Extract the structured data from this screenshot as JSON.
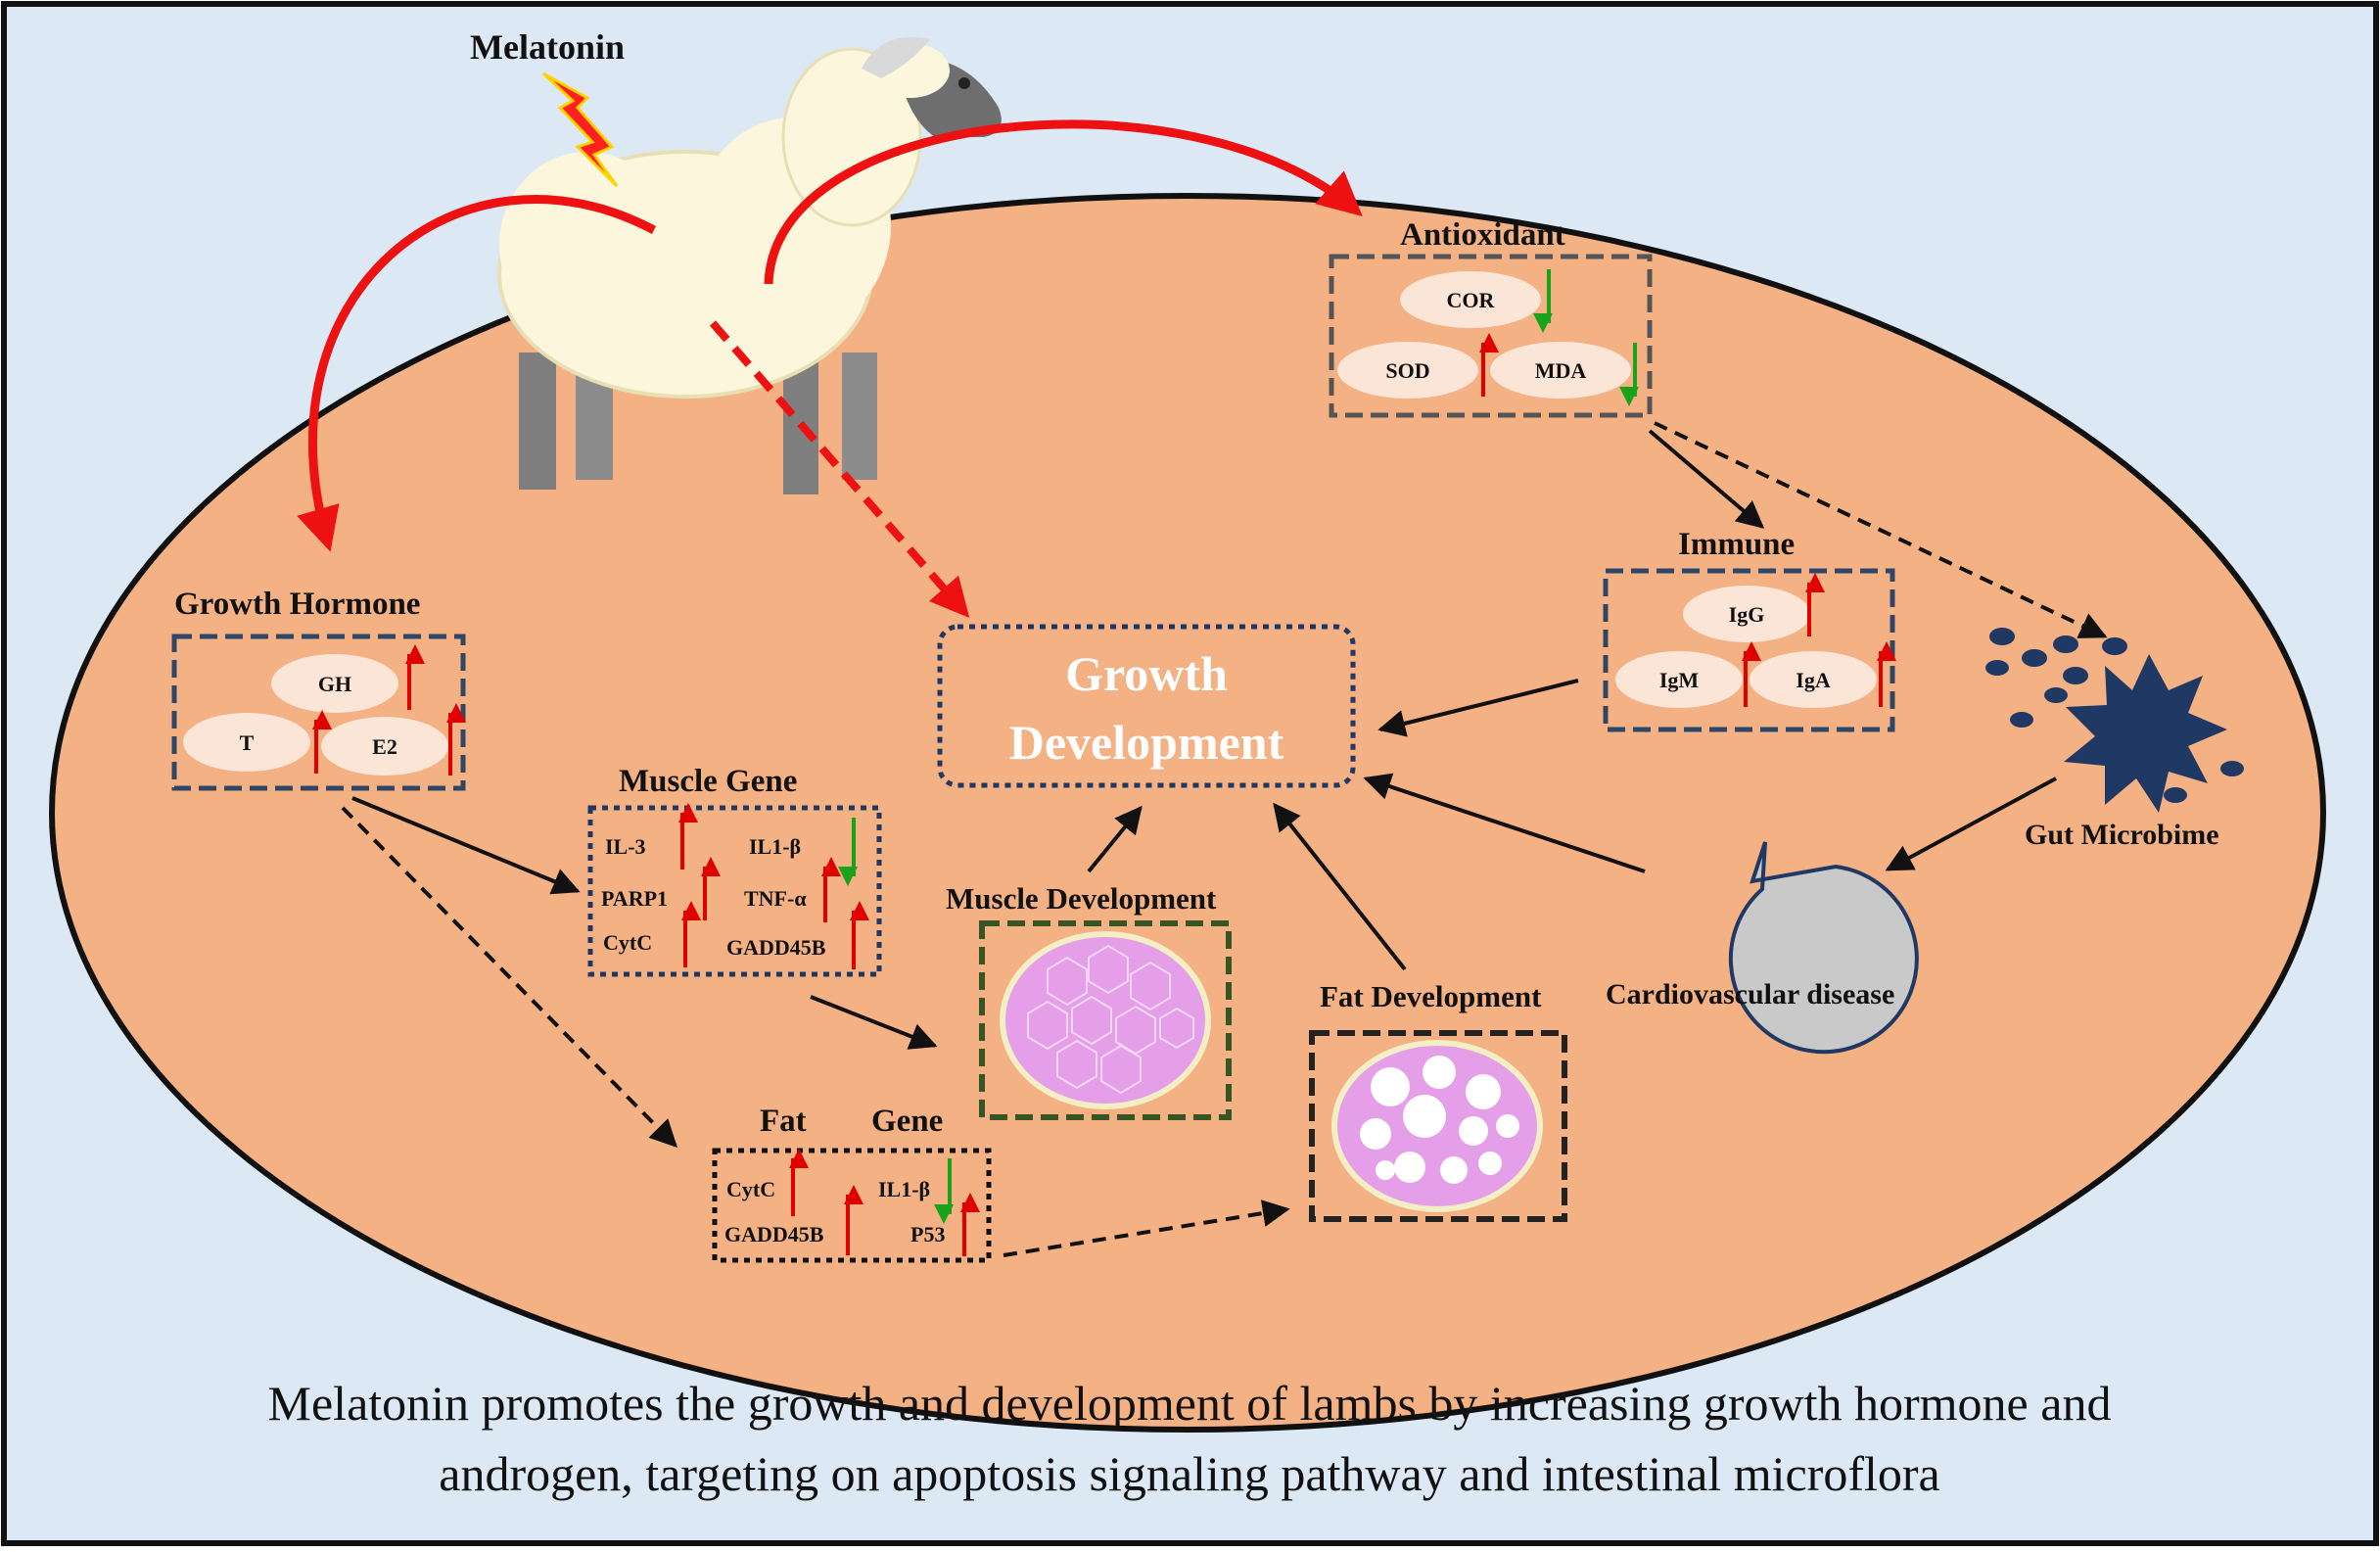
{
  "melatonin_label": "Melatonin",
  "center": {
    "line1": "Growth",
    "line2": "Development"
  },
  "growth_hormone": {
    "title": "Growth Hormone",
    "items": [
      {
        "name": "GH",
        "change": "up"
      },
      {
        "name": "T",
        "change": "up"
      },
      {
        "name": "E2",
        "change": "up"
      }
    ]
  },
  "antioxidant": {
    "title": "Antioxidant",
    "items": [
      {
        "name": "COR",
        "change": "down"
      },
      {
        "name": "SOD",
        "change": "up"
      },
      {
        "name": "MDA",
        "change": "down"
      }
    ]
  },
  "immune": {
    "title": "Immune",
    "items": [
      {
        "name": "IgG",
        "change": "up"
      },
      {
        "name": "IgM",
        "change": "up"
      },
      {
        "name": "IgA",
        "change": "up"
      }
    ]
  },
  "muscle_gene": {
    "title": "Muscle Gene",
    "left": [
      {
        "name": "IL-3",
        "change": "up"
      },
      {
        "name": "PARP1",
        "change": "up"
      },
      {
        "name": "CytC",
        "change": "up"
      }
    ],
    "right": [
      {
        "name": "IL1-β",
        "change": "down"
      },
      {
        "name": "TNF-α",
        "change": "up"
      },
      {
        "name": "GADD45B",
        "change": "up"
      }
    ]
  },
  "fat_gene": {
    "title_left": "Fat",
    "title_right": "Gene",
    "left": [
      {
        "name": "CytC",
        "change": "up"
      },
      {
        "name": "GADD45B",
        "change": "up"
      }
    ],
    "right": [
      {
        "name": "IL1-β",
        "change": "down"
      },
      {
        "name": "P53",
        "change": "up"
      }
    ]
  },
  "muscle_development": "Muscle Development",
  "fat_development": "Fat Development",
  "gut_microbiome": "Gut Microbime",
  "cardiovascular": "Cardiovascular disease",
  "caption": {
    "line1": "Melatonin promotes the growth and development of lambs by increasing growth hormone and",
    "line2": "androgen, targeting on apoptosis signaling pathway and intestinal microflora"
  },
  "colors": {
    "background": "#dce9f5",
    "ellipse": "#f4b183",
    "pill": "#fbe5d6",
    "up_arrow": "#e00000",
    "down_arrow": "#1aa31a",
    "melatonin_arrow": "#ee1111",
    "box_blue": "#2f4766",
    "box_green": "#375623",
    "microbe": "#1f3864",
    "tissue_muscle": "#e59ee8",
    "tissue_fat": "#e59ee8"
  }
}
